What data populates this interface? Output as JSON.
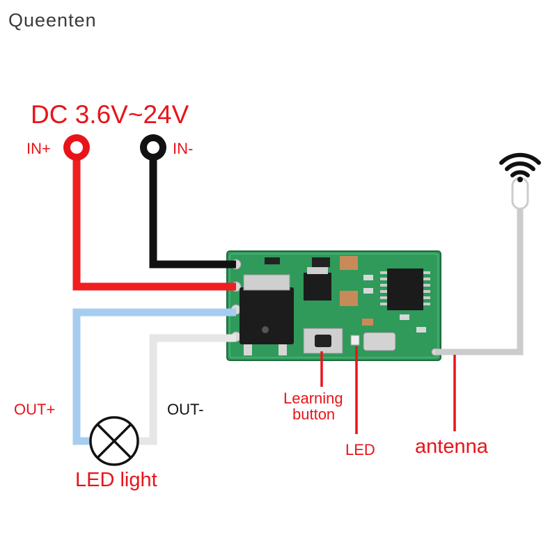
{
  "brand": "Queenten",
  "diagram": {
    "title": "DC 3.6V~24V",
    "in_plus": "IN+",
    "in_minus": "IN-",
    "out_plus": "OUT+",
    "out_minus": "OUT-",
    "load": "LED light",
    "learning_line1": "Learning",
    "learning_line2": "button",
    "led": "LED",
    "antenna": "antenna"
  },
  "colors": {
    "red_wire": "#f01e1e",
    "black_wire": "#111111",
    "blue_wire": "#a6cdf0",
    "white_wire": "#e6e6e6",
    "antenna_wire": "#cccccc",
    "pcb_green": "#2f9a5a",
    "label_red": "#e8141a"
  },
  "icons": [
    "wifi-icon",
    "lamp-icon",
    "terminal-icon"
  ]
}
